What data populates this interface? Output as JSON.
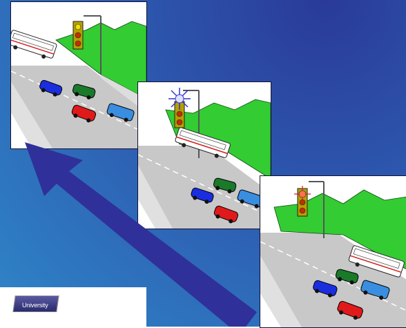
{
  "colors": {
    "background_top": "#2a3a98",
    "background_bottom": "#2f86c8",
    "arrow": "#30309a",
    "grass": "#33cc33",
    "road": "#c8c8c8",
    "car_blue": "#1a2ee0",
    "car_red": "#e01a1a",
    "car_green": "#1a7a2a",
    "car_lightblue": "#3a8ee0"
  },
  "panels": [
    {
      "name": "frame-1",
      "light_lit": "yellow",
      "bus_position": "top"
    },
    {
      "name": "frame-2",
      "light_lit": "starburst",
      "bus_position": "middle"
    },
    {
      "name": "frame-3",
      "light_lit": "red",
      "bus_position": "right"
    }
  ],
  "street_sign": {
    "text": "University"
  }
}
